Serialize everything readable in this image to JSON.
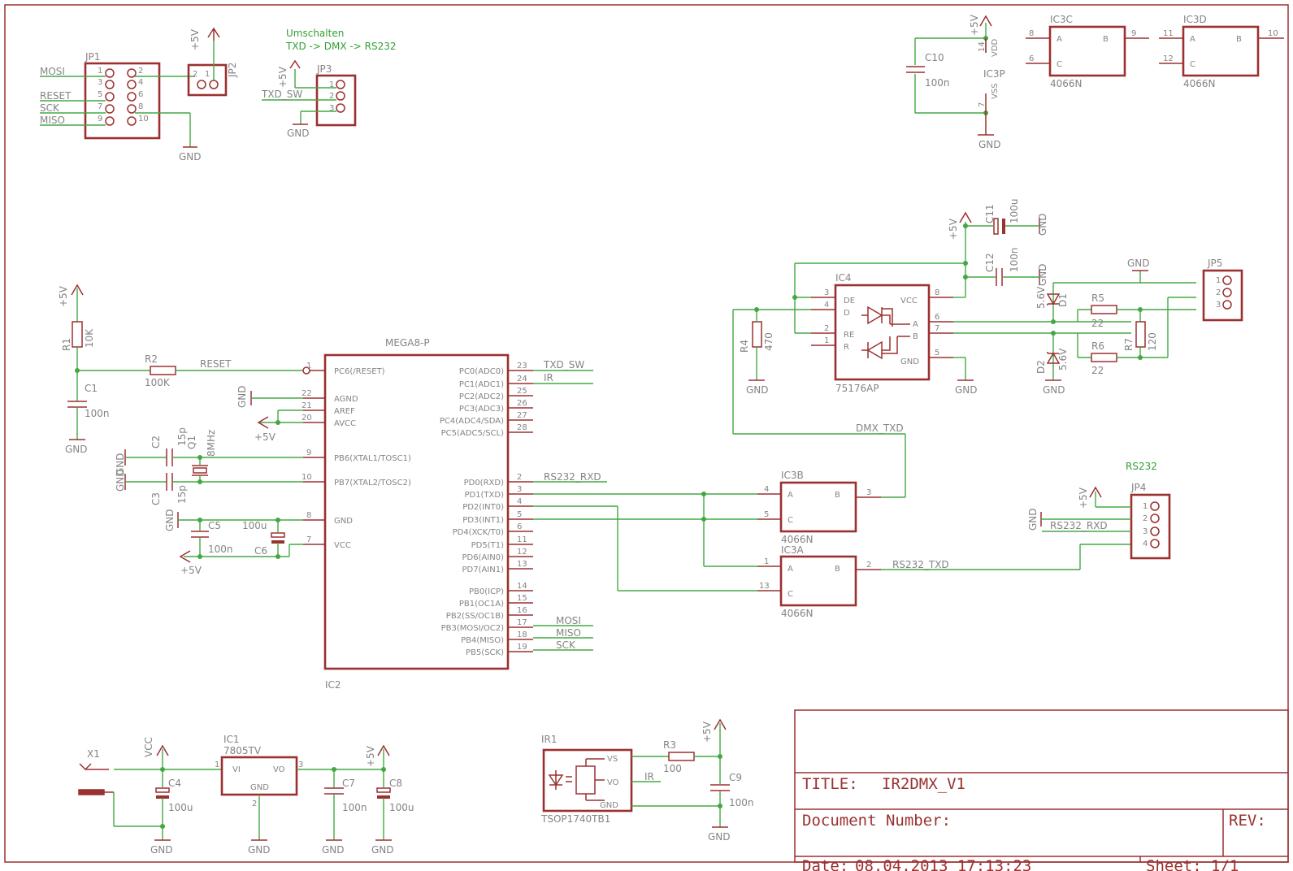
{
  "title_block": {
    "title_label": "TITLE:",
    "title_value": "IR2DMX_V1",
    "docnum_label": "Document Number:",
    "rev_label": "REV:",
    "date_label": "Date:",
    "date_value": "08.04.2013 17:13:23",
    "sheet_label": "Sheet:",
    "sheet_value": "1/1"
  },
  "notes": {
    "line1": "Umschalten",
    "line2": "TXD -> DMX -> RS232",
    "rs232": "RS232"
  },
  "supplies": {
    "p5v": "+5V",
    "gnd": "GND",
    "vcc": "VCC"
  },
  "jp1": {
    "name": "JP1",
    "pins_odd": [
      "1",
      "3",
      "5",
      "7",
      "9"
    ],
    "pins_even": [
      "2",
      "4",
      "6",
      "8",
      "10"
    ],
    "nets": [
      "MOSI",
      "RESET",
      "SCK",
      "MISO"
    ]
  },
  "jp2": {
    "name": "JP2",
    "pins": [
      "2",
      "1"
    ]
  },
  "jp3": {
    "name": "JP3",
    "pins": [
      "1",
      "2",
      "3"
    ],
    "net": "TXD_SW"
  },
  "c10": {
    "name": "C10",
    "value": "100n"
  },
  "ic3p": {
    "name": "IC3P",
    "pin_vdd": "14",
    "pin_vss": "7",
    "vdd": "VDD",
    "vss": "VSS"
  },
  "ic3c": {
    "name": "IC3C",
    "value": "4066N",
    "pins": [
      "8",
      "6",
      "9"
    ]
  },
  "ic3d": {
    "name": "IC3D",
    "value": "4066N",
    "pins": [
      "11",
      "12",
      "10"
    ]
  },
  "gate_labels": {
    "a": "A",
    "b": "B",
    "c": "C"
  },
  "c11": {
    "name": "C11",
    "value": "100u"
  },
  "c12": {
    "name": "C12",
    "value": "100n"
  },
  "ic4": {
    "name": "IC4",
    "value": "75176AP",
    "pins_left": [
      "3",
      "4",
      "2",
      "1"
    ],
    "pins_right": [
      "8",
      "6",
      "7",
      "5"
    ],
    "names_left": [
      "DE",
      "D",
      "RE",
      "R"
    ],
    "names_right": [
      "VCC",
      "A",
      "B",
      "GND"
    ]
  },
  "r4": {
    "name": "R4",
    "value": "470"
  },
  "d1": {
    "name": "D1",
    "value": "5.6V"
  },
  "d2": {
    "name": "D2",
    "value": "5.6V"
  },
  "r5": {
    "name": "R5",
    "value": "22"
  },
  "r6": {
    "name": "R6",
    "value": "22"
  },
  "r7": {
    "name": "R7",
    "value": "120"
  },
  "jp5": {
    "name": "JP5",
    "pins": [
      "1",
      "2",
      "3"
    ]
  },
  "r1": {
    "name": "R1",
    "value": "10K"
  },
  "r2": {
    "name": "R2",
    "value": "100K"
  },
  "c1": {
    "name": "C1",
    "value": "100n"
  },
  "c2": {
    "name": "C2",
    "value": "15p"
  },
  "c3": {
    "name": "C3",
    "value": "15p"
  },
  "q1": {
    "name": "Q1",
    "value": "8MHz"
  },
  "c5": {
    "name": "C5",
    "value": "100n"
  },
  "c6": {
    "name": "C6",
    "value": "100u"
  },
  "ic2": {
    "name": "IC2",
    "value": "MEGA8-P",
    "left_pins": [
      "1",
      "22",
      "21",
      "20",
      "9",
      "10",
      "8",
      "7"
    ],
    "left_names": [
      "PC6(/RESET)",
      "AGND",
      "AREF",
      "AVCC",
      "PB6(XTAL1/TOSC1)",
      "PB7(XTAL2/TOSC2)",
      "GND",
      "VCC"
    ],
    "right_pins": [
      "23",
      "24",
      "25",
      "26",
      "27",
      "28",
      "2",
      "3",
      "4",
      "5",
      "6",
      "11",
      "12",
      "13",
      "14",
      "15",
      "16",
      "17",
      "18",
      "19"
    ],
    "right_names": [
      "PC0(ADC0)",
      "PC1(ADC1)",
      "PC2(ADC2)",
      "PC3(ADC3)",
      "PC4(ADC4/SDA)",
      "PC5(ADC5/SCL)",
      "PD0(RXD)",
      "PD1(TXD)",
      "PD2(INT0)",
      "PD3(INT1)",
      "PD4(XCK/T0)",
      "PD5(T1)",
      "PD6(AIN0)",
      "PD7(AIN1)",
      "PB0(ICP)",
      "PB1(OC1A)",
      "PB2(SS/OC1B)",
      "PB3(MOSI/OC2)",
      "PB4(MISO)",
      "PB5(SCK)"
    ]
  },
  "nets": {
    "reset": "RESET",
    "txd_sw": "TXD_SW",
    "ir": "IR",
    "rs232_rxd": "RS232_RXD",
    "mosi": "MOSI",
    "miso": "MISO",
    "sck": "SCK",
    "dmx_txd": "DMX_TXD",
    "rs232_txd": "RS232_TXD"
  },
  "ic3b": {
    "name": "IC3B",
    "value": "4066N",
    "pins": [
      "4",
      "5",
      "3"
    ]
  },
  "ic3a": {
    "name": "IC3A",
    "value": "4066N",
    "pins": [
      "1",
      "13",
      "2"
    ]
  },
  "jp4": {
    "name": "JP4",
    "pins": [
      "1",
      "2",
      "3",
      "4"
    ]
  },
  "x1": {
    "name": "X1"
  },
  "ic1": {
    "name": "IC1",
    "value": "7805TV",
    "pins": [
      "1",
      "2",
      "3"
    ],
    "names": [
      "VI",
      "VO",
      "GND"
    ]
  },
  "c4": {
    "name": "C4",
    "value": "100u"
  },
  "c7": {
    "name": "C7",
    "value": "100n"
  },
  "c8": {
    "name": "C8",
    "value": "100u"
  },
  "ir1": {
    "name": "IR1",
    "value": "TSOP1740TB1",
    "names": [
      "VS",
      "VO",
      "GND"
    ]
  },
  "r3": {
    "name": "R3",
    "value": "100"
  },
  "c9": {
    "name": "C9",
    "value": "100n"
  }
}
